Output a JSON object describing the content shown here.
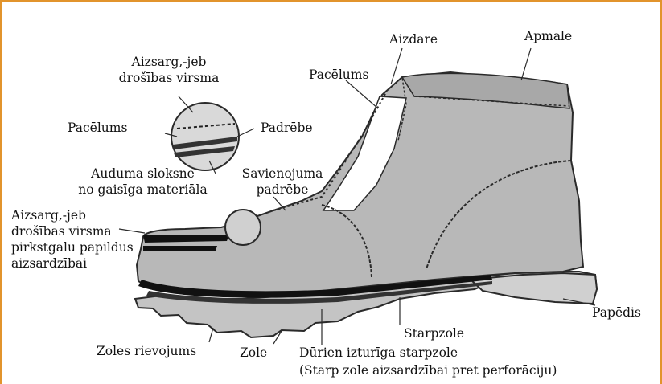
{
  "colors": {
    "frame": "#e2942c",
    "boot_fill": "#b8b8b8",
    "ink": "#222222"
  },
  "labels": {
    "aizdare": "Aizdare",
    "apmale": "Apmale",
    "aizsargs_top_1": "Aizsarg,-jeb",
    "aizsargs_top_2": "drošības virsma",
    "pacelums_top": "Pacēlums",
    "pacelums_left": "Pacēlums",
    "padrebe": "Padrēbe",
    "auduma_1": "Auduma sloksne",
    "auduma_2": "no gaisīga materiāla",
    "savienojuma_1": "Savienojuma",
    "savienojuma_2": "padrēbe",
    "aizsargs_left_1": "Aizsarg,-jeb",
    "aizsargs_left_2": "drošības virsma",
    "aizsargs_left_3": "pirkstgalu papildus",
    "aizsargs_left_4": "aizsardzībai",
    "papedis": "Papēdis",
    "starpzole": "Starpzole",
    "zoles_rievojums": "Zoles rievojums",
    "zole": "Zole",
    "durien_1": "Dūrien izturīga starpzole",
    "durien_2": "(Starp zole aizsardzībai pret perforāciju)"
  }
}
